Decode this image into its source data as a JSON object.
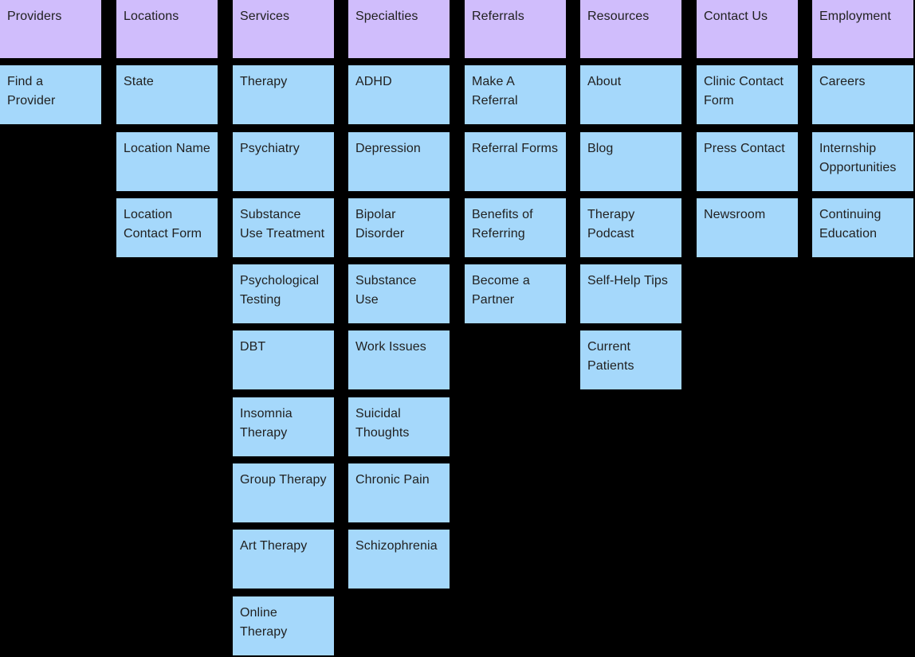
{
  "diagram": {
    "type": "sitemap",
    "background_color": "#000000",
    "root_color": "#d0bdfc",
    "child_color": "#a5d8fb",
    "text_color": "#212121",
    "columns": [
      {
        "root": "Providers",
        "children": [
          "Find a Provider"
        ]
      },
      {
        "root": "Locations",
        "children": [
          "State",
          "Location Name",
          "Location Contact Form"
        ]
      },
      {
        "root": "Services",
        "children": [
          "Therapy",
          "Psychiatry",
          "Substance Use Treatment",
          "Psychological Testing",
          "DBT",
          "Insomnia Therapy",
          "Group Therapy",
          "Art Therapy",
          "Online Therapy"
        ]
      },
      {
        "root": "Specialties",
        "children": [
          "ADHD",
          "Depression",
          "Bipolar Disorder",
          "Substance Use",
          "Work Issues",
          "Suicidal Thoughts",
          "Chronic Pain",
          "Schizophrenia"
        ]
      },
      {
        "root": "Referrals",
        "children": [
          "Make A Referral",
          "Referral Forms",
          "Benefits of Referring",
          "Become a Partner"
        ]
      },
      {
        "root": "Resources",
        "children": [
          "About",
          "Blog",
          "Therapy Podcast",
          "Self-Help Tips",
          "Current Patients"
        ]
      },
      {
        "root": "Contact Us",
        "children": [
          "Clinic Contact Form",
          "Press Contact",
          "Newsroom"
        ]
      },
      {
        "root": "Employment",
        "children": [
          "Careers",
          "Internship Opportunities",
          "Continuing Education"
        ]
      }
    ]
  }
}
